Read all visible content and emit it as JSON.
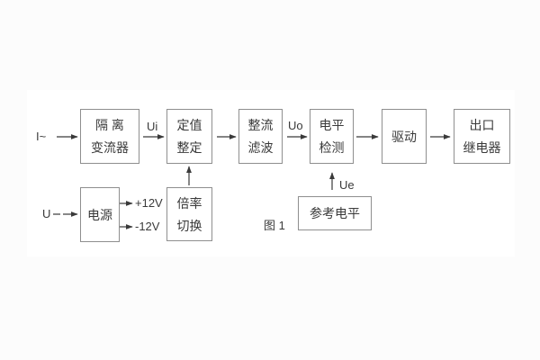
{
  "figure": {
    "caption": "图 1",
    "type": "block-diagram"
  },
  "colors": {
    "background": "#fcfcfc",
    "diagram_background": "#ffffff",
    "box_border": "#8f8f8f",
    "line_and_text": "#3a3a3a"
  },
  "blocks": {
    "isolation": {
      "line1": "隔 离",
      "line2": "变流器"
    },
    "setting": {
      "line1": "定值",
      "line2": "整定"
    },
    "rectify": {
      "line1": "整流",
      "line2": "滤波"
    },
    "level": {
      "line1": "电平",
      "line2": "检测"
    },
    "drive": {
      "line1": "驱动"
    },
    "output": {
      "line1": "出口",
      "line2": "继电器"
    },
    "power": {
      "line1": "电源"
    },
    "ratio": {
      "line1": "倍率",
      "line2": "切换"
    },
    "reference": {
      "line1": "参考电平"
    }
  },
  "labels": {
    "input_current": "I~",
    "input_voltage": "U",
    "ui": "Ui",
    "uo": "Uo",
    "ue": "Ue",
    "plus12": "+12V",
    "minus12": "-12V"
  }
}
